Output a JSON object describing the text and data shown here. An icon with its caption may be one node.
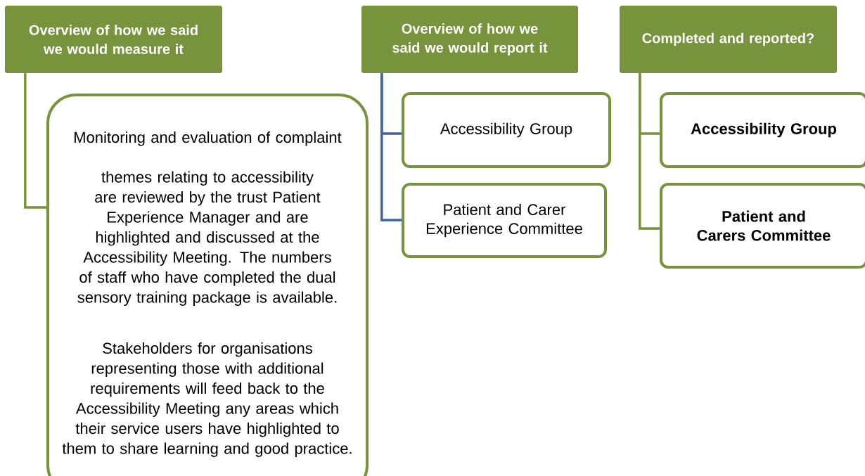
{
  "diagram": {
    "nodes": [
      {
        "text": [
          "Overview of how we said we would measure it"
        ]
      },
      {
        "text": [
          "Monitoring and evaluation of complaint themes relating to accessibility are reviewed by the trust Patient Experience Manager and are highlighted and discussed at the Accessibility Meeting.  The numbers of staff who have completed the dual sensory training package is available.",
          "Stakeholders for organisations representing those with additional requirements will feed back to the Accessibility Meeting any areas which their service users have highlighted to them to share learning and good practice."
        ]
      },
      {
        "text": [
          "Overview of how we said we would report it"
        ]
      },
      {
        "text": [
          "Accessibility Group"
        ]
      },
      {
        "text": [
          "Patient and Carer Experience Committee"
        ]
      },
      {
        "text": [
          "Completed and reported?"
        ]
      },
      {
        "text": [
          "Accessibility Group"
        ]
      },
      {
        "text": [
          "Patient and Carers Committee"
        ]
      }
    ],
    "edges": [
      {
        "from": 0,
        "to": 1,
        "arrow": "none"
      },
      {
        "from": 2,
        "to": 3,
        "arrow": "none",
        "color": "#3e64a0"
      },
      {
        "from": 2,
        "to": 4,
        "arrow": "none",
        "color": "#3e64a0"
      },
      {
        "from": 5,
        "to": 6,
        "arrow": "none"
      },
      {
        "from": 5,
        "to": 7,
        "arrow": "none"
      }
    ]
  }
}
